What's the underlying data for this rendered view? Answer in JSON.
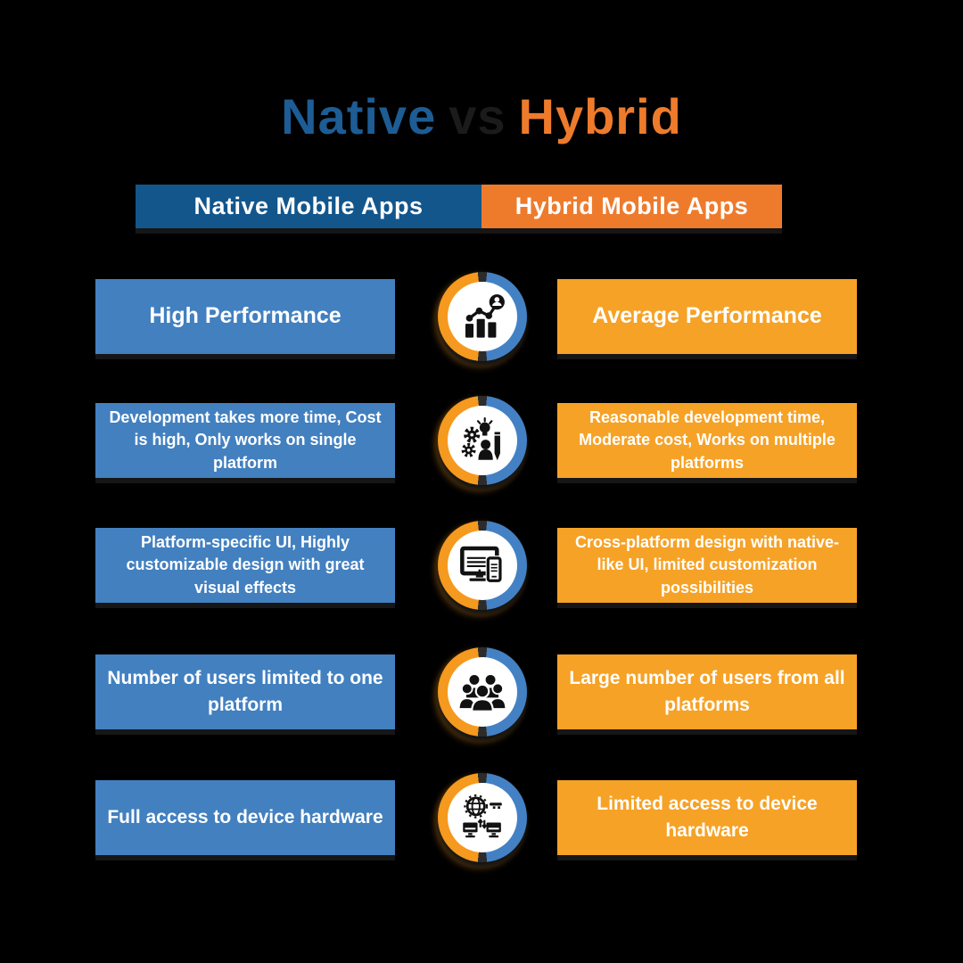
{
  "title": {
    "native": "Native",
    "vs": "vs",
    "hybrid": "Hybrid"
  },
  "headers": {
    "native": "Native Mobile Apps",
    "hybrid": "Hybrid Mobile Apps"
  },
  "rows": [
    {
      "left": "High Performance",
      "right": "Average Performance",
      "icon": "performance-chart-icon"
    },
    {
      "left": "Development takes more time, Cost is high, Only works on single platform",
      "right": "Reasonable development time, Moderate cost, Works on multiple platforms",
      "icon": "development-process-icon"
    },
    {
      "left": "Platform-specific UI, Highly customizable design  with great visual effects",
      "right": "Cross-platform design with native-like UI, limited customization possibilities",
      "icon": "devices-icon"
    },
    {
      "left": "Number of users limited to one platform",
      "right": "Large number of users from all platforms",
      "icon": "users-group-icon"
    },
    {
      "left": "Full access to device hardware",
      "right": "Limited access to device hardware",
      "icon": "network-access-icon"
    }
  ],
  "colors": {
    "background": "#000000",
    "title_native_blue": "#1d5c94",
    "title_vs_dark": "#1b1b1b",
    "title_hybrid_orange": "#ee7b2c",
    "header_native_blue": "#12568c",
    "header_hybrid_orange": "#ee7b2c",
    "cell_native_blue": "#4280c0",
    "cell_hybrid_orange": "#f6a226",
    "ring_blue": "#4381c4",
    "ring_orange": "#f5991f",
    "icon_glyph": "#111111",
    "text": "#ffffff"
  }
}
